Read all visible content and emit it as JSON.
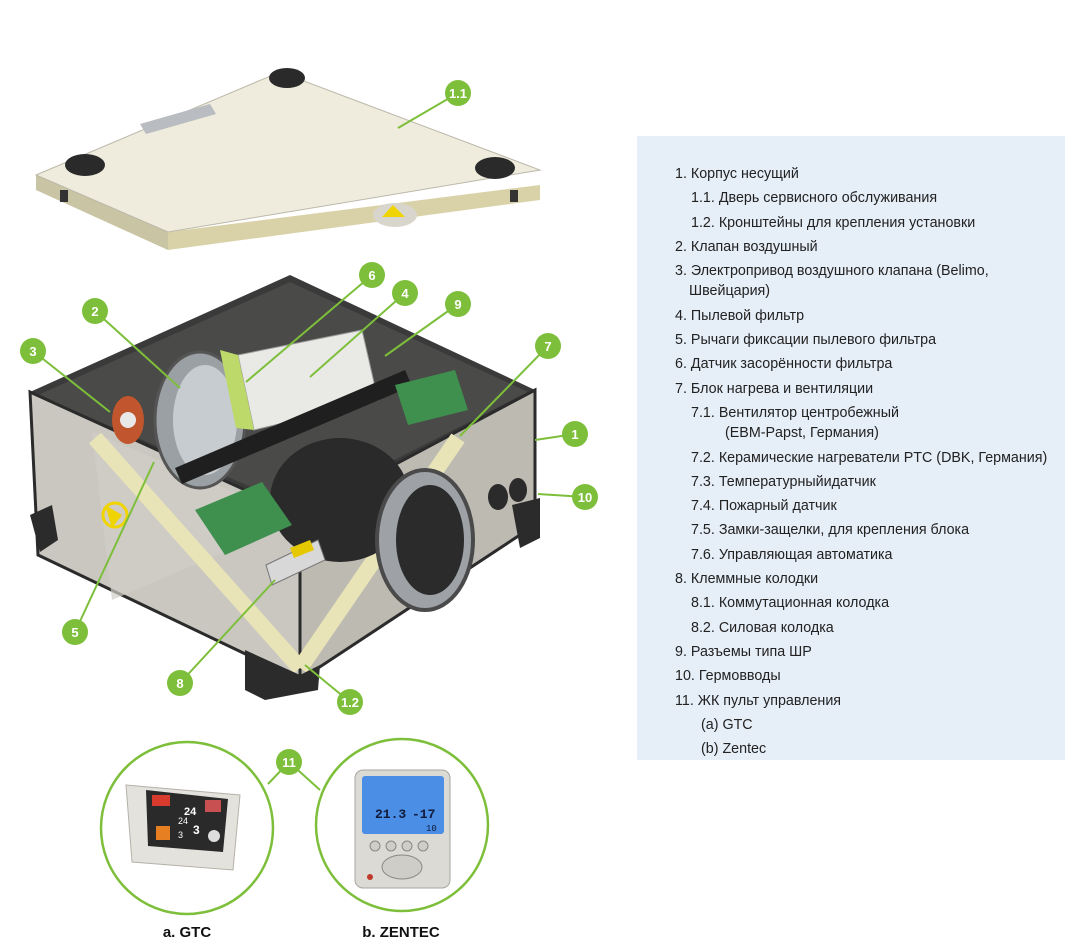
{
  "colors": {
    "badge": "#7dbf3a",
    "casing": "#c9c7c0",
    "lid": "#eeeadc",
    "insulation": "#e9e4b8",
    "legend_bg": "#e6eef8",
    "frame_dark": "#2b2b2b"
  },
  "callouts": [
    "1.1",
    "6",
    "4",
    "9",
    "2",
    "3",
    "7",
    "1",
    "10",
    "5",
    "8",
    "1.2",
    "11"
  ],
  "captions": {
    "gtc": "a. GTC",
    "zentec": "b. ZENTEC"
  },
  "displays": {
    "gtc_temp_1": "24",
    "gtc_temp_2": "24",
    "gtc_value_a": "3",
    "gtc_value_b": "3",
    "zentec_temp_1": "21.3",
    "zentec_temp_2": "-17",
    "zentec_small": "10"
  },
  "legend": {
    "items": [
      {
        "num": "1.",
        "text": "Корпус несущий",
        "level": 1
      },
      {
        "num": "1.1.",
        "text": "Дверь сервисного обслуживания",
        "level": 2
      },
      {
        "num": "1.2.",
        "text": "Кронштейны для крепления установки",
        "level": 2
      },
      {
        "num": "2.",
        "text": "Клапан воздушный",
        "level": 1
      },
      {
        "num": "3.",
        "text": "Электропривод воздушного клапана (Belimo,",
        "level": 1
      },
      {
        "num": "",
        "text": "Швейцария)",
        "level": 1,
        "cont": true
      },
      {
        "num": "4.",
        "text": "Пылевой фильтр",
        "level": 1
      },
      {
        "num": "5.",
        "text": "Рычаги фиксации пылевого фильтра",
        "level": 1
      },
      {
        "num": "6.",
        "text": "Датчик засорённости фильтра",
        "level": 1
      },
      {
        "num": "7.",
        "text": "Блок нагрева и вентиляции",
        "level": 1
      },
      {
        "num": "7.1.",
        "text": "Вентилятор центробежный",
        "level": 2
      },
      {
        "num": "",
        "text": "(EBM-Papst, Германия)",
        "level": 2,
        "cont": true
      },
      {
        "num": "7.2.",
        "text": "Керамические нагреватели PTC (DBK, Германия)",
        "level": 2
      },
      {
        "num": "7.3.",
        "text": "Температурныйидатчик",
        "level": 2
      },
      {
        "num": "7.4.",
        "text": "Пожарный датчик",
        "level": 2
      },
      {
        "num": "7.5.",
        "text": "Замки-защелки, для крепления блока",
        "level": 2
      },
      {
        "num": "7.6.",
        "text": "Управляющая автоматика",
        "level": 2
      },
      {
        "num": "8.",
        "text": "Клеммные колодки",
        "level": 1
      },
      {
        "num": "8.1.",
        "text": "Коммутационная колодка",
        "level": 2
      },
      {
        "num": "8.2.",
        "text": "Силовая колодка",
        "level": 2
      },
      {
        "num": "9.",
        "text": "Разъемы типа ШР",
        "level": 1
      },
      {
        "num": "10.",
        "text": "Гермовводы",
        "level": 1
      },
      {
        "num": "11.",
        "text": "ЖК пульт управления",
        "level": 1
      },
      {
        "num": "",
        "text": "(a) GTC",
        "level": 3
      },
      {
        "num": "",
        "text": "(b) Zentec",
        "level": 3
      }
    ]
  }
}
